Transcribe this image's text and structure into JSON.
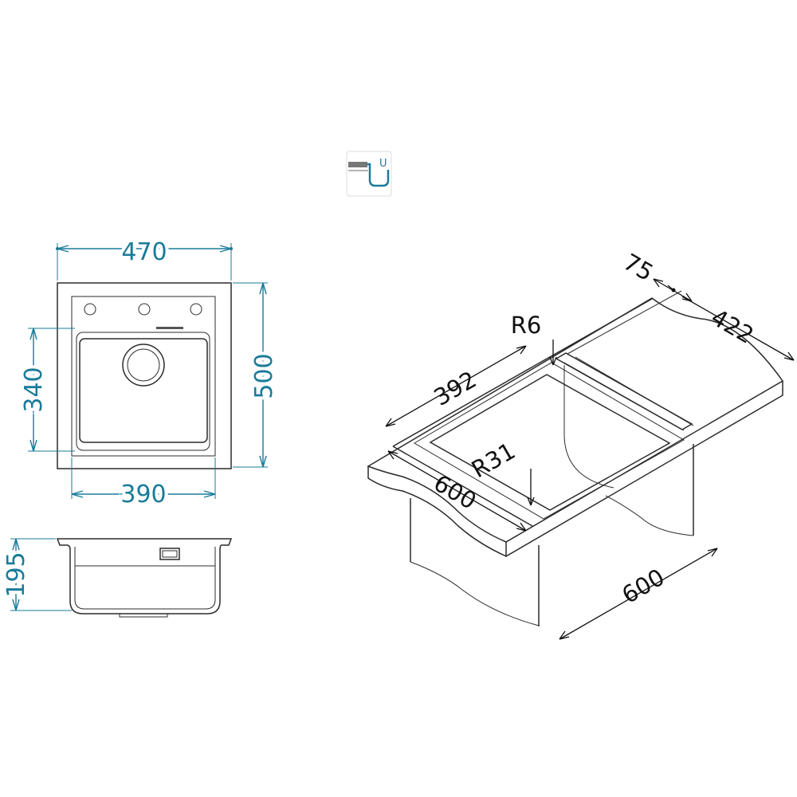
{
  "icon": {
    "name": "u-trap-icon",
    "label": "U"
  },
  "top_view": {
    "overall_width": "470",
    "overall_depth": "500",
    "bowl_depth": "340",
    "bowl_width": "390"
  },
  "side_view": {
    "height": "195"
  },
  "iso_view": {
    "deck_width": "75",
    "right_length": "422",
    "corner_radius_small": "R6",
    "bowl_length": "392",
    "corner_radius_large": "R31",
    "counter_depth": "600",
    "cabinet_width": "600"
  },
  "colors": {
    "dimension": "#1a7b9a",
    "outline": "#2b2b2b"
  }
}
